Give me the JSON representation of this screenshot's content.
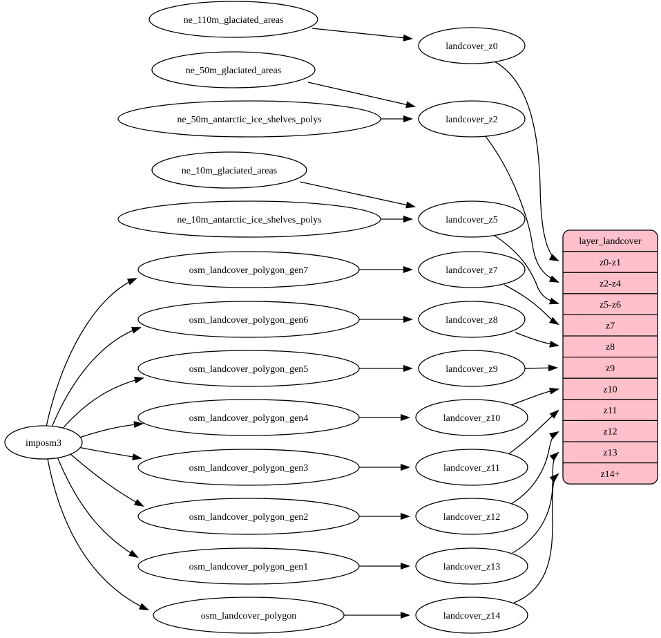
{
  "diagram": {
    "background": "#ffffff",
    "node_fill": "#ffffff",
    "node_stroke": "#000000",
    "edge_color": "#000000",
    "nodes": [
      {
        "id": "imposm3",
        "label": "imposm3"
      },
      {
        "id": "ne_110m_glaciated_areas",
        "label": "ne_110m_glaciated_areas"
      },
      {
        "id": "ne_50m_glaciated_areas",
        "label": "ne_50m_glaciated_areas"
      },
      {
        "id": "ne_50m_antarctic_ice_shelves_polys",
        "label": "ne_50m_antarctic_ice_shelves_polys"
      },
      {
        "id": "ne_10m_glaciated_areas",
        "label": "ne_10m_glaciated_areas"
      },
      {
        "id": "ne_10m_antarctic_ice_shelves_polys",
        "label": "ne_10m_antarctic_ice_shelves_polys"
      },
      {
        "id": "osm_landcover_polygon_gen7",
        "label": "osm_landcover_polygon_gen7"
      },
      {
        "id": "osm_landcover_polygon_gen6",
        "label": "osm_landcover_polygon_gen6"
      },
      {
        "id": "osm_landcover_polygon_gen5",
        "label": "osm_landcover_polygon_gen5"
      },
      {
        "id": "osm_landcover_polygon_gen4",
        "label": "osm_landcover_polygon_gen4"
      },
      {
        "id": "osm_landcover_polygon_gen3",
        "label": "osm_landcover_polygon_gen3"
      },
      {
        "id": "osm_landcover_polygon_gen2",
        "label": "osm_landcover_polygon_gen2"
      },
      {
        "id": "osm_landcover_polygon_gen1",
        "label": "osm_landcover_polygon_gen1"
      },
      {
        "id": "osm_landcover_polygon",
        "label": "osm_landcover_polygon"
      },
      {
        "id": "landcover_z0",
        "label": "landcover_z0"
      },
      {
        "id": "landcover_z2",
        "label": "landcover_z2"
      },
      {
        "id": "landcover_z5",
        "label": "landcover_z5"
      },
      {
        "id": "landcover_z7",
        "label": "landcover_z7"
      },
      {
        "id": "landcover_z8",
        "label": "landcover_z8"
      },
      {
        "id": "landcover_z9",
        "label": "landcover_z9"
      },
      {
        "id": "landcover_z10",
        "label": "landcover_z10"
      },
      {
        "id": "landcover_z11",
        "label": "landcover_z11"
      },
      {
        "id": "landcover_z12",
        "label": "landcover_z12"
      },
      {
        "id": "landcover_z13",
        "label": "landcover_z13"
      },
      {
        "id": "landcover_z14",
        "label": "landcover_z14"
      }
    ],
    "table": {
      "id": "layer_landcover",
      "title": "layer_landcover",
      "fill": "#ffc0cb",
      "stroke": "#000000",
      "rows": [
        "z0-z1",
        "z2-z4",
        "z5-z6",
        "z7",
        "z8",
        "z9",
        "z10",
        "z11",
        "z12",
        "z13",
        "z14+"
      ]
    },
    "edges": [
      {
        "from": "ne_110m_glaciated_areas",
        "to": "landcover_z0"
      },
      {
        "from": "ne_50m_glaciated_areas",
        "to": "landcover_z2"
      },
      {
        "from": "ne_50m_antarctic_ice_shelves_polys",
        "to": "landcover_z2"
      },
      {
        "from": "ne_10m_glaciated_areas",
        "to": "landcover_z5"
      },
      {
        "from": "ne_10m_antarctic_ice_shelves_polys",
        "to": "landcover_z5"
      },
      {
        "from": "osm_landcover_polygon_gen7",
        "to": "landcover_z7"
      },
      {
        "from": "osm_landcover_polygon_gen6",
        "to": "landcover_z8"
      },
      {
        "from": "osm_landcover_polygon_gen5",
        "to": "landcover_z9"
      },
      {
        "from": "osm_landcover_polygon_gen4",
        "to": "landcover_z10"
      },
      {
        "from": "osm_landcover_polygon_gen3",
        "to": "landcover_z11"
      },
      {
        "from": "osm_landcover_polygon_gen2",
        "to": "landcover_z12"
      },
      {
        "from": "osm_landcover_polygon_gen1",
        "to": "landcover_z13"
      },
      {
        "from": "osm_landcover_polygon",
        "to": "landcover_z14"
      },
      {
        "from": "imposm3",
        "to": "osm_landcover_polygon_gen7"
      },
      {
        "from": "imposm3",
        "to": "osm_landcover_polygon_gen6"
      },
      {
        "from": "imposm3",
        "to": "osm_landcover_polygon_gen5"
      },
      {
        "from": "imposm3",
        "to": "osm_landcover_polygon_gen4"
      },
      {
        "from": "imposm3",
        "to": "osm_landcover_polygon_gen3"
      },
      {
        "from": "imposm3",
        "to": "osm_landcover_polygon_gen2"
      },
      {
        "from": "imposm3",
        "to": "osm_landcover_polygon_gen1"
      },
      {
        "from": "imposm3",
        "to": "osm_landcover_polygon"
      },
      {
        "from": "landcover_z0",
        "to": "layer_landcover:z0-z1"
      },
      {
        "from": "landcover_z2",
        "to": "layer_landcover:z2-z4"
      },
      {
        "from": "landcover_z5",
        "to": "layer_landcover:z5-z6"
      },
      {
        "from": "landcover_z7",
        "to": "layer_landcover:z7"
      },
      {
        "from": "landcover_z8",
        "to": "layer_landcover:z8"
      },
      {
        "from": "landcover_z9",
        "to": "layer_landcover:z9"
      },
      {
        "from": "landcover_z10",
        "to": "layer_landcover:z10"
      },
      {
        "from": "landcover_z11",
        "to": "layer_landcover:z11"
      },
      {
        "from": "landcover_z12",
        "to": "layer_landcover:z12"
      },
      {
        "from": "landcover_z13",
        "to": "layer_landcover:z13"
      },
      {
        "from": "landcover_z14",
        "to": "layer_landcover:z14+"
      }
    ]
  }
}
